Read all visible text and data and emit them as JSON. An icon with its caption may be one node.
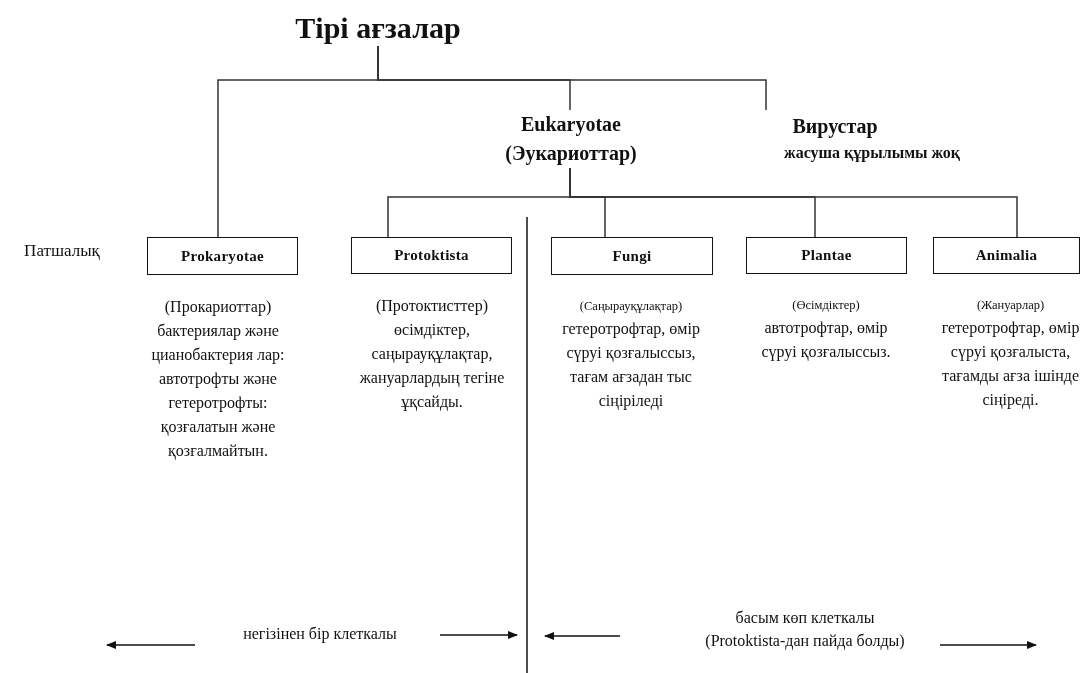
{
  "diagram": {
    "nodes": [
      {
        "text": [
          "Тірі ағзалар"
        ]
      },
      {
        "text": [
          "Eukaryotae (Эукариоттар)"
        ]
      },
      {
        "text": [
          "Вирустар",
          "жасуша құрылымы жоқ"
        ]
      },
      {
        "text": [
          "Prokaryotae"
        ],
        "beside": [
          "(Прокариоттар) бактериялар және цианобактерия лар: автотрофты және гетеротрофты: қозғалатын және қозғалмайтын."
        ]
      },
      {
        "text": [
          "Protoktista"
        ],
        "beside": [
          "(Протоктисттер) өсімдіктер, саңырауқұлақтар, жануарлардың тегіне ұқсайды."
        ]
      },
      {
        "text": [
          "Fungi"
        ],
        "beside": [
          "(Саңырауқұлақтар)",
          "гетеротрофтар, өмір сүруі қозғалыссыз, тағам ағзадан тыс сіңіріледі"
        ]
      },
      {
        "text": [
          "Plantae"
        ],
        "beside": [
          "(Өсімдіктер)",
          "автотрофтар, өмір сүруі қозғалыссыз."
        ]
      },
      {
        "text": [
          "Animalia"
        ],
        "beside": [
          "(Жануарлар)",
          "гетеротрофтар, өмір сүруі қозғалыста, тағамды ағза ішінде сіңіреді."
        ]
      }
    ],
    "edges": [
      {
        "from": 0,
        "to": 3,
        "arrow": "none"
      },
      {
        "from": 0,
        "to": 1,
        "arrow": "none"
      },
      {
        "from": 0,
        "to": 2,
        "arrow": "none"
      },
      {
        "from": 1,
        "to": 4,
        "arrow": "none"
      },
      {
        "from": 1,
        "to": 5,
        "arrow": "none"
      },
      {
        "from": 1,
        "to": 6,
        "arrow": "none"
      },
      {
        "from": 1,
        "to": 7,
        "arrow": "none"
      }
    ],
    "labels": [
      "Патшалық",
      "негізінен бір клеткалы",
      "басым көп клеткалы",
      "(Protoktista-дан пайда болды)"
    ]
  }
}
